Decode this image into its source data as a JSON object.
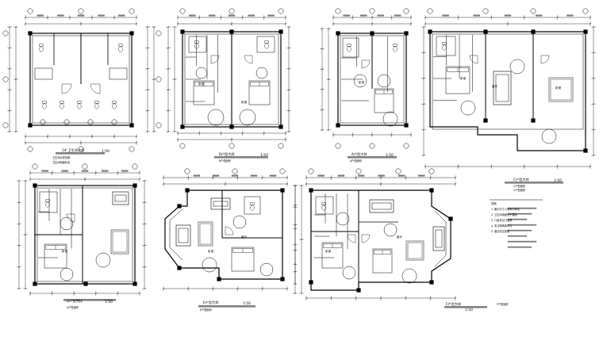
{
  "sheet": {
    "plans": [
      {
        "title": "1# 卫生间大样",
        "scale": "1:50",
        "notes": [],
        "rooms": []
      },
      {
        "title": "B户型大样",
        "scale": "1:50",
        "notes": [
          "B户型面积"
        ],
        "rooms": [
          "卧室",
          "卧室"
        ]
      },
      {
        "title": "A户型大样",
        "scale": "1:50",
        "notes": [
          "A户型面积"
        ],
        "rooms": [
          "卧室"
        ]
      },
      {
        "title": "C户型大样",
        "scale": "1:50",
        "notes": [
          "C户型面积",
          "C户型面积"
        ],
        "rooms": [
          "客厅",
          "卧室",
          "卧室"
        ]
      },
      {
        "title": "D户型大样",
        "scale": "1:50",
        "notes": [
          "D户型面积"
        ],
        "rooms": [
          "卧室"
        ]
      },
      {
        "title": "E户型大样",
        "scale": "1:50",
        "notes": [
          "E户型面积"
        ],
        "rooms": [
          "卧室",
          "客厅"
        ]
      },
      {
        "title": "F户型大样",
        "scale": "1:50",
        "notes": [
          "F户型面积"
        ],
        "rooms": [
          "卧室",
          "客厅"
        ]
      }
    ],
    "toilet_notes": [
      "卫生间大样说明",
      "卫生间地面标高"
    ],
    "legend_lines": [
      "说明:",
      "1. 图中尺寸以毫米为单位",
      "2. 卫生间地面低于楼面",
      "3. 门窗详见门窗表",
      "4. 未注明墙体均为",
      "5. 做法详见说明"
    ],
    "colors": {
      "ink": "#000000",
      "paper": "#ffffff"
    }
  }
}
